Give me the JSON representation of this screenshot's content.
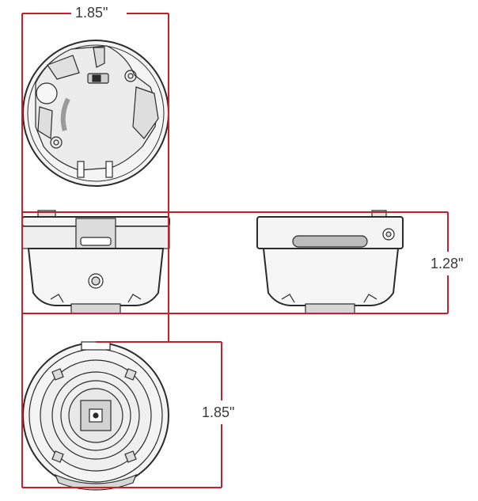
{
  "dimensions": {
    "width_label": "1.85\"",
    "height_label": "1.28\"",
    "diameter_label": "1.85\""
  },
  "colors": {
    "dimension_line": "#c8202a",
    "outline": "#2b2b2b",
    "body_fill": "#f4f4f4",
    "shadow_fill": "#d6d6d6"
  },
  "views": [
    "top-view",
    "front-view",
    "side-view",
    "bottom-view"
  ]
}
